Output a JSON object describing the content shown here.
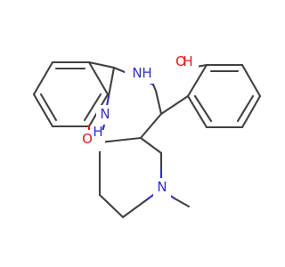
{
  "molecule": {
    "colors": {
      "bond": "#404040",
      "oxygen": "#e01b1b",
      "nitrogen": "#2d2dd6",
      "background": "#ffffff"
    },
    "labels": {
      "hydroxyl_o": "O",
      "hydroxyl_h": "H",
      "amine_nh_n": "N",
      "amine_nh_h": "H",
      "bridge_n": "N",
      "bridge_h": "H",
      "ether_o": "O",
      "methyl_n": "N"
    }
  }
}
